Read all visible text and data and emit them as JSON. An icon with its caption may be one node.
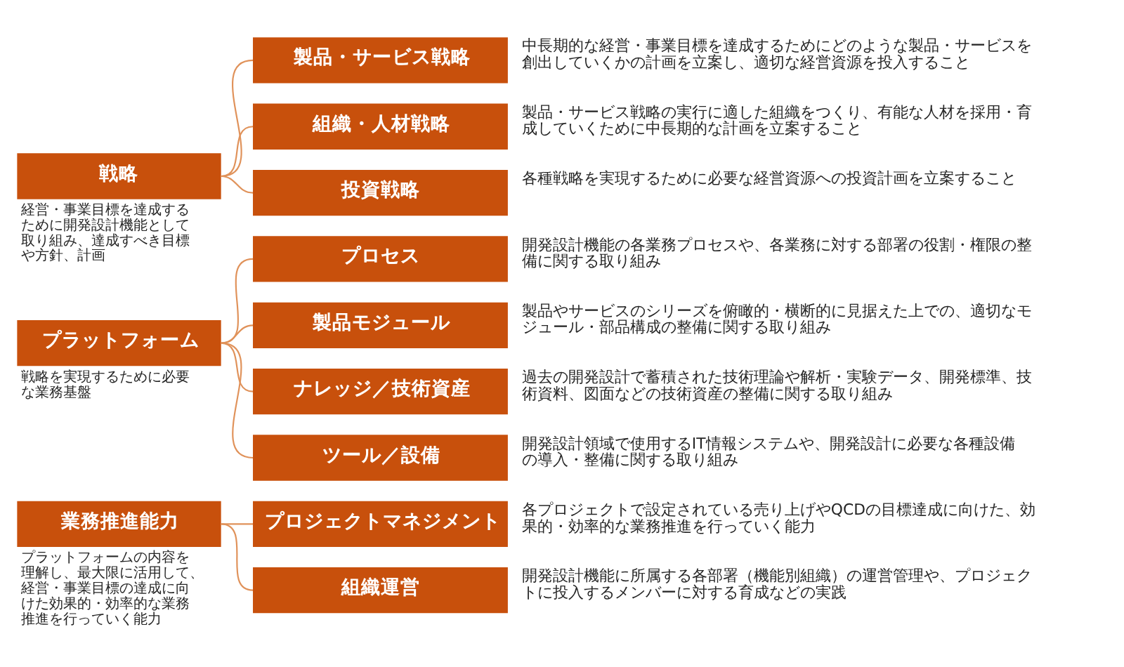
{
  "diagram": {
    "nodes": [
      {
        "text": [
          "戦略"
        ],
        "beside": [
          "経営・事業目標を達成するために開発設計機能として取り組み、達成すべき目標や方針、計画"
        ]
      },
      {
        "text": [
          "製品・サービス戦略"
        ],
        "beside": [
          "中長期的な経営・事業目標を達成するためにどのような製品・サービスを創出していくかの計画を立案し、適切な経営資源を投入すること"
        ]
      },
      {
        "text": [
          "組織・人材戦略"
        ],
        "beside": [
          "製品・サービス戦略の実行に適した組織をつくり、有能な人材を採用・育成していくために中長期的な計画を立案すること"
        ]
      },
      {
        "text": [
          "投資戦略"
        ],
        "beside": [
          "各種戦略を実現するために必要な経営資源への投資計画を立案すること"
        ]
      },
      {
        "text": [
          "プラットフォーム"
        ],
        "beside": [
          "戦略を実現するために必要な業務基盤"
        ]
      },
      {
        "text": [
          "プロセス"
        ],
        "beside": [
          "開発設計機能の各業務プロセスや、各業務に対する部署の役割・権限の整備に関する取り組み"
        ]
      },
      {
        "text": [
          "製品モジュール"
        ],
        "beside": [
          "製品やサービスのシリーズを俯瞰的・横断的に見据えた上での、適切なモジュール・部品構成の整備に関する取り組み"
        ]
      },
      {
        "text": [
          "ナレッジ／技術資産"
        ],
        "beside": [
          "過去の開発設計で蓄積された技術理論や解析・実験データ、開発標準、技術資料、図面などの技術資産の整備に関する取り組み"
        ]
      },
      {
        "text": [
          "ツール／設備"
        ],
        "beside": [
          "開発設計領域で使用するIT情報システムや、開発設計に必要な各種設備の導入・整備に関する取り組み"
        ]
      },
      {
        "text": [
          "業務推進能力"
        ],
        "beside": [
          "プラットフォームの内容を理解し、最大限に活用して、経営・事業目標の達成に向けた効果的・効率的な業務推進を行っていく能力"
        ]
      },
      {
        "text": [
          "プロジェクトマネジメント"
        ],
        "beside": [
          "各プロジェクトで設定されている売り上げやQCDの目標達成に向けた、効果的・効率的な業務推進を行っていく能力"
        ]
      },
      {
        "text": [
          "組織運営"
        ],
        "beside": [
          "開発設計機能に所属する各部署（機能別組織）の運営管理や、プロジェクトに投入するメンバーに対する育成などの実践"
        ]
      }
    ],
    "edges": [
      {
        "from": 0,
        "to": 1,
        "arrow": "none"
      },
      {
        "from": 0,
        "to": 2,
        "arrow": "none"
      },
      {
        "from": 0,
        "to": 3,
        "arrow": "none"
      },
      {
        "from": 4,
        "to": 5,
        "arrow": "none"
      },
      {
        "from": 4,
        "to": 6,
        "arrow": "none"
      },
      {
        "from": 4,
        "to": 7,
        "arrow": "none"
      },
      {
        "from": 4,
        "to": 8,
        "arrow": "none"
      },
      {
        "from": 9,
        "to": 10,
        "arrow": "none"
      },
      {
        "from": 9,
        "to": 11,
        "arrow": "none"
      }
    ]
  }
}
